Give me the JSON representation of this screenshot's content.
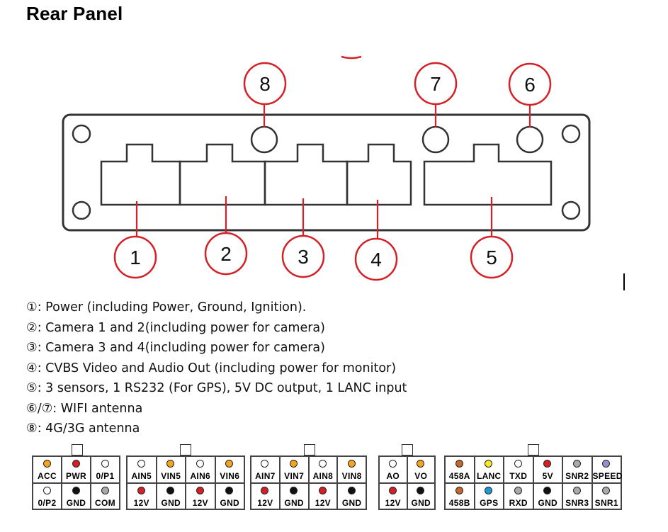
{
  "title": "Rear Panel",
  "callouts": [
    "1",
    "2",
    "3",
    "4",
    "5",
    "6",
    "7",
    "8"
  ],
  "legend": [
    "①: Power (including Power, Ground, Ignition).",
    "②: Camera 1 and 2(including power for camera)",
    "③: Camera 3 and 4(including power for camera)",
    "④: CVBS Video and Audio Out (including power for monitor)",
    "⑤: 3 sensors, 1 RS232 (For GPS), 5V DC output, 1 LANC input",
    "⑥/⑦: WIFI antenna",
    "⑧: 4G/3G antenna"
  ],
  "colors": {
    "callout_ring": "#d42027",
    "orange": "#f5a41d",
    "red": "#d51f26",
    "white": "#ffffff",
    "black": "#111111",
    "brown": "#c5682c",
    "yellow": "#f4ea26",
    "blue": "#1b9ad7",
    "gray": "#a7a9ac",
    "purple": "#9a8fc9"
  },
  "connectors": [
    {
      "id": "power",
      "cols": 3,
      "pins": [
        {
          "label": "ACC",
          "color": "orange"
        },
        {
          "label": "PWR",
          "color": "red"
        },
        {
          "label": "0/P1",
          "color": "white"
        },
        {
          "label": "0/P2",
          "color": "white"
        },
        {
          "label": "GND",
          "color": "black"
        },
        {
          "label": "COM",
          "color": "gray"
        }
      ]
    },
    {
      "id": "camera-1-2",
      "cols": 4,
      "pins": [
        {
          "label": "AIN5",
          "color": "white"
        },
        {
          "label": "VIN5",
          "color": "orange"
        },
        {
          "label": "AIN6",
          "color": "white"
        },
        {
          "label": "VIN6",
          "color": "orange"
        },
        {
          "label": "12V",
          "color": "red"
        },
        {
          "label": "GND",
          "color": "black"
        },
        {
          "label": "12V",
          "color": "red"
        },
        {
          "label": "GND",
          "color": "black"
        }
      ]
    },
    {
      "id": "camera-3-4",
      "cols": 4,
      "pins": [
        {
          "label": "AIN7",
          "color": "white"
        },
        {
          "label": "VIN7",
          "color": "orange"
        },
        {
          "label": "AIN8",
          "color": "white"
        },
        {
          "label": "VIN8",
          "color": "orange"
        },
        {
          "label": "12V",
          "color": "red"
        },
        {
          "label": "GND",
          "color": "black"
        },
        {
          "label": "12V",
          "color": "red"
        },
        {
          "label": "GND",
          "color": "black"
        }
      ]
    },
    {
      "id": "video-audio-out",
      "cols": 2,
      "pins": [
        {
          "label": "AO",
          "color": "white"
        },
        {
          "label": "VO",
          "color": "orange"
        },
        {
          "label": "12V",
          "color": "red"
        },
        {
          "label": "GND",
          "color": "black"
        }
      ]
    },
    {
      "id": "sensors-gps",
      "cols": 6,
      "pins": [
        {
          "label": "458A",
          "color": "brown"
        },
        {
          "label": "LANC",
          "color": "yellow"
        },
        {
          "label": "TXD",
          "color": "white"
        },
        {
          "label": "5V",
          "color": "red"
        },
        {
          "label": "SNR2",
          "color": "gray"
        },
        {
          "label": "SPEED",
          "color": "purple"
        },
        {
          "label": "458B",
          "color": "brown"
        },
        {
          "label": "GPS",
          "color": "blue"
        },
        {
          "label": "RXD",
          "color": "gray"
        },
        {
          "label": "GND",
          "color": "black"
        },
        {
          "label": "SNR3",
          "color": "gray"
        },
        {
          "label": "SNR1",
          "color": "gray"
        }
      ]
    }
  ]
}
